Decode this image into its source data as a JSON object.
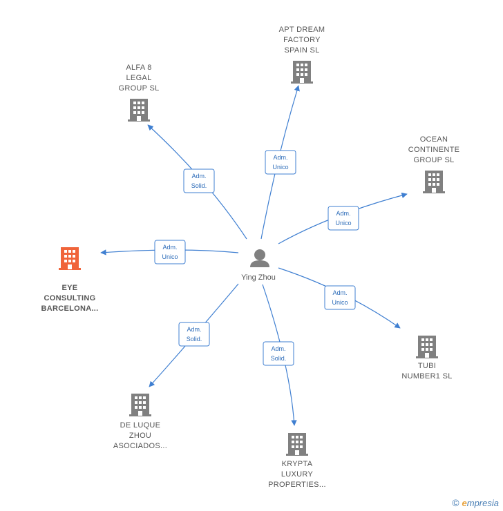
{
  "center": {
    "name": "Ying Zhou",
    "icon": "person-icon"
  },
  "colors": {
    "edge": "#3f7fd1",
    "building": "#808080",
    "highlight": "#f0643a",
    "edge_label": "#2a6ab8"
  },
  "nodes": [
    {
      "id": "alfa8",
      "lines": [
        "ALFA 8",
        "LEGAL",
        "GROUP  SL"
      ],
      "edge": [
        "Adm.",
        "Solid."
      ],
      "highlight": false
    },
    {
      "id": "aptdream",
      "lines": [
        "APT DREAM",
        "FACTORY",
        "SPAIN  SL"
      ],
      "edge": [
        "Adm.",
        "Unico"
      ],
      "highlight": false
    },
    {
      "id": "ocean",
      "lines": [
        "OCEAN",
        "CONTINENTE",
        "GROUP  SL"
      ],
      "edge": [
        "Adm.",
        "Unico"
      ],
      "highlight": false
    },
    {
      "id": "eye",
      "lines": [
        "EYE",
        "CONSULTING",
        "BARCELONA..."
      ],
      "edge": [
        "Adm.",
        "Unico"
      ],
      "highlight": true
    },
    {
      "id": "tubi",
      "lines": [
        "TUBI",
        "NUMBER1  SL"
      ],
      "edge": [
        "Adm.",
        "Unico"
      ],
      "highlight": false
    },
    {
      "id": "deluque",
      "lines": [
        "DE LUQUE",
        "ZHOU",
        "ASOCIADOS..."
      ],
      "edge": [
        "Adm.",
        "Solid."
      ],
      "highlight": false
    },
    {
      "id": "krypta",
      "lines": [
        "KRYPTA",
        "LUXURY",
        "PROPERTIES..."
      ],
      "edge": [
        "Adm.",
        "Solid."
      ],
      "highlight": false
    }
  ],
  "footer": {
    "copyright": "©",
    "brand_initial": "e",
    "brand_rest": "mpresia"
  }
}
